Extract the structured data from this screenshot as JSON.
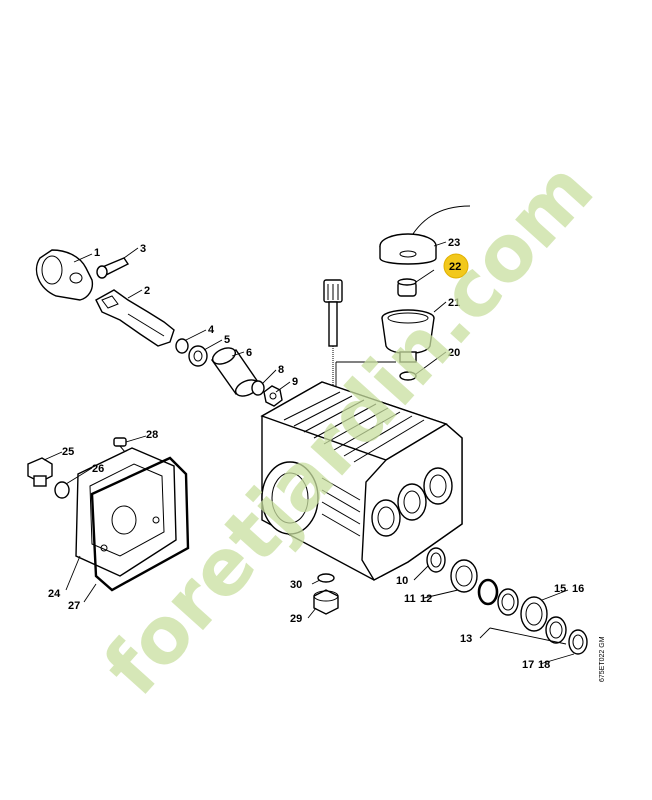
{
  "diagram": {
    "part_labels": [
      "1",
      "2",
      "3",
      "4",
      "5",
      "6",
      "8",
      "9",
      "28",
      "25",
      "26",
      "24",
      "27",
      "23",
      "22",
      "21",
      "20",
      "30",
      "29",
      "10",
      "11",
      "12",
      "13",
      "15",
      "16",
      "17",
      "18"
    ],
    "highlighted_part": "22",
    "highlight_color": "#f2c81c",
    "reference_code": "675ET022 GM"
  },
  "watermark": {
    "text": "foretjardin.com",
    "color": "#c9dfa0"
  }
}
